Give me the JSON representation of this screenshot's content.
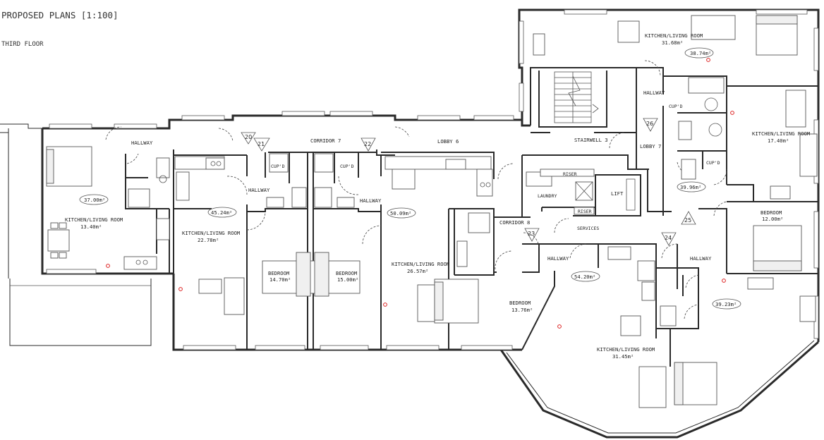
{
  "header": {
    "title": "PROPOSED PLANS [1:100]",
    "floor": "THIRD FLOOR"
  },
  "colors": {
    "walls": "#2a2a2a",
    "fire_marker": "#d22222",
    "background": "#ffffff"
  },
  "rooms": {
    "hallway_west": "HALLWAY",
    "corridor7": "CORRIDOR 7",
    "lobby6": "LOBBY 6",
    "stairwell3": "STAIRWELL 3",
    "lobby7": "LOBBY 7",
    "hallway_top": "HALLWAY",
    "cupd_top": "CUP'D",
    "kitchen_top": "KITCHEN/LIVING ROOM",
    "kitchen_top_area": "31.68m²",
    "flat_top_area": "38.74m²",
    "kitchen_west": "KITCHEN/LIVING ROOM",
    "kitchen_west_area": "13.40m²",
    "flat_west_area": "37.00m²",
    "cupd_a": "CUP'D",
    "cupd_b": "CUP'D",
    "hallway_a": "HALLWAY",
    "hallway_b": "HALLWAY",
    "flat_a_area": "45.24m²",
    "kitchen_a": "KITCHEN/LIVING ROOM",
    "kitchen_a_area": "22.78m²",
    "bedroom_a": "BEDROOM",
    "bedroom_a_area": "14.70m²",
    "bedroom_b": "BEDROOM",
    "bedroom_b_area": "15.00m²",
    "flat_b_area": "50.09m²",
    "kitchen_b": "KITCHEN/LIVING ROOM",
    "kitchen_b_area": "26.57m²",
    "riser1": "RISER",
    "laundry": "LAUNDRY",
    "lift": "LIFT",
    "riser2": "RISER",
    "services": "SERVICES",
    "corridor8": "CORRIDOR 8",
    "hallway_c": "HALLWAY",
    "bedroom_c": "BEDROOM",
    "bedroom_c_area": "13.76m²",
    "flat_c_area": "54.20m²",
    "kitchen_c": "KITCHEN/LIVING ROOM",
    "kitchen_c_area": "31.45m²",
    "hallway_d": "HALLWAY",
    "flat_d_area": "39.23m²",
    "cupd_d": "CUP'D",
    "flat_e_area": "39.96m²",
    "kitchen_e": "KITCHEN/LIVING ROOM",
    "kitchen_e_area": "17.40m²",
    "bedroom_e": "BEDROOM",
    "bedroom_e_area": "12.00m²"
  },
  "markers": [
    "20",
    "21",
    "22",
    "23",
    "24",
    "25",
    "26"
  ]
}
